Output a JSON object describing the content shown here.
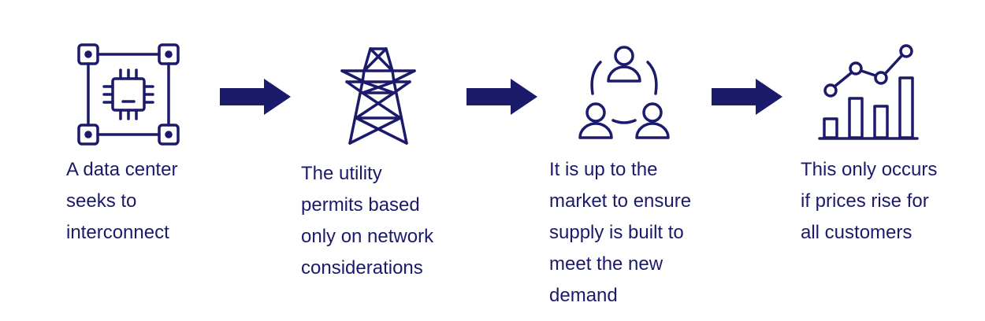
{
  "colors": {
    "primary": "#1b1a6b",
    "background": "#ffffff"
  },
  "steps": [
    {
      "icon": "chip-icon",
      "caption_lines": [
        "A data center",
        "seeks to",
        "interconnect"
      ]
    },
    {
      "icon": "transmission-tower-icon",
      "caption_lines": [
        "The utility",
        "permits based",
        "only on network",
        "considerations"
      ]
    },
    {
      "icon": "people-cycle-icon",
      "caption_lines": [
        "It is up to the",
        "market to ensure",
        "supply is built to",
        "meet the new",
        "demand"
      ]
    },
    {
      "icon": "rising-bar-chart-icon",
      "caption_lines": [
        "This only occurs",
        "if prices rise for",
        "all customers"
      ]
    }
  ],
  "arrows": [
    "right-arrow-icon",
    "right-arrow-icon",
    "right-arrow-icon"
  ]
}
